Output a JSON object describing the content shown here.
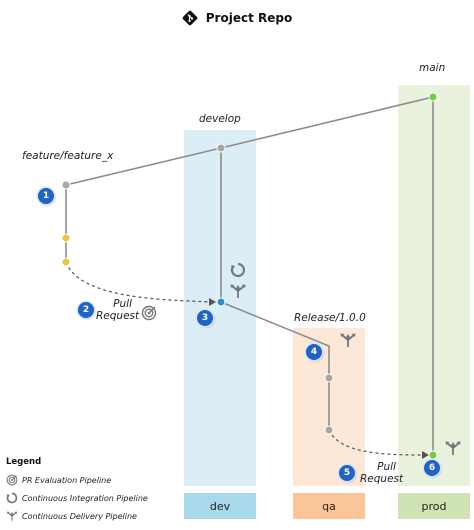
{
  "title": "Project Repo",
  "branches": {
    "main": "main",
    "develop": "develop",
    "feature": "feature/feature_x",
    "release": "Release/1.0.0"
  },
  "environments": [
    {
      "label": "dev",
      "color": "#a8d8ea"
    },
    {
      "label": "qa",
      "color": "#fbc59a"
    },
    {
      "label": "prod",
      "color": "#cfe3b5"
    }
  ],
  "steps": [
    "1",
    "2",
    "3",
    "4",
    "5",
    "6"
  ],
  "pull_request": {
    "line1": "Pull",
    "line2": "Request"
  },
  "legend": {
    "title": "Legend",
    "items": [
      {
        "icon": "pr-evaluation-icon",
        "label": "PR Evaluation Pipeline"
      },
      {
        "icon": "continuous-integration-icon",
        "label": "Continuous Integration Pipeline"
      },
      {
        "icon": "continuous-delivery-icon",
        "label": "Continuous Delivery Pipeline"
      }
    ]
  },
  "colors": {
    "line": "#8c8c8c",
    "step": "#1f64c4",
    "commit_gray": "#a6a6a6",
    "commit_yellow": "#f3c23c",
    "commit_blue": "#2a8fd1",
    "commit_green": "#6ccf3c",
    "lane_dev": "#dbeef6",
    "lane_qa": "#fde8d8",
    "lane_prod": "#e9f2dd"
  }
}
